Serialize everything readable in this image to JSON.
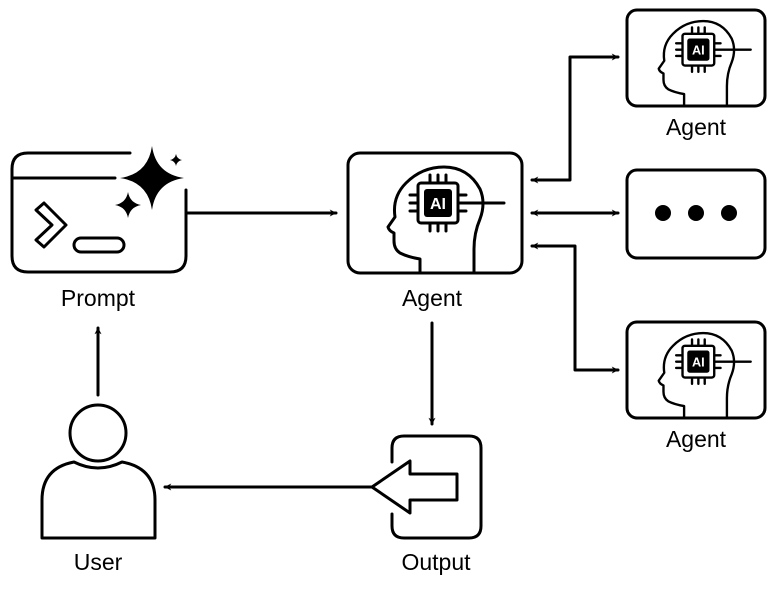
{
  "nodes": {
    "prompt": {
      "label": "Prompt"
    },
    "agent_main": {
      "label": "Agent",
      "chip_text": "AI"
    },
    "agent_top": {
      "label": "Agent",
      "chip_text": "AI"
    },
    "agent_bottom": {
      "label": "Agent",
      "chip_text": "AI"
    },
    "more": {
      "label": ""
    },
    "output": {
      "label": "Output"
    },
    "user": {
      "label": "User"
    }
  },
  "edges": [
    {
      "from": "prompt",
      "to": "agent_main"
    },
    {
      "from": "agent_main",
      "to": "agent_top",
      "bidirectional": true
    },
    {
      "from": "agent_main",
      "to": "more",
      "bidirectional": true
    },
    {
      "from": "agent_main",
      "to": "agent_bottom",
      "bidirectional": true
    },
    {
      "from": "agent_main",
      "to": "output"
    },
    {
      "from": "output",
      "to": "user"
    },
    {
      "from": "user",
      "to": "prompt"
    }
  ],
  "colors": {
    "stroke": "#000000",
    "background": "#ffffff"
  }
}
